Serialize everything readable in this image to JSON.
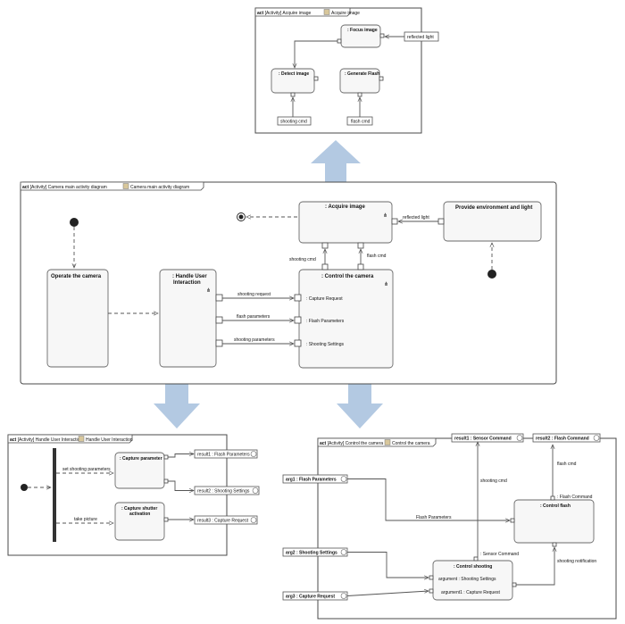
{
  "top_diagram": {
    "header_kw": "act",
    "header_type": "[Activity]",
    "header_name": "Acquire image",
    "header_name2": "Acquire image",
    "focus": ": Focus image",
    "detect": ": Detect image",
    "generate": ": Generate Flash",
    "reflected_light": "reflected light",
    "shooting_cmd": "shooting cmd",
    "flash_cmd": "flash cmd"
  },
  "main_diagram": {
    "header_kw": "act",
    "header_type": "[Activity]",
    "header_name": "Camera main activity diagram",
    "header_name2": "Camera main activity diagram",
    "operate": "Operate the camera",
    "handle_line1": ": Handle User",
    "handle_line2": "Interaction",
    "acquire": ": Acquire image",
    "provide": "Provide environment and light",
    "control": ": Control the camera",
    "reflected_light": "reflected light",
    "shooting_cmd": "shooting cmd",
    "flash_cmd": "flash cmd",
    "shooting_request": "shooting request",
    "flash_parameters": "flash parameters",
    "shooting_parameters": "shooting parameters",
    "capture_request": ": Capture Request",
    "flash_params_pin": ": Flash Parameters",
    "shooting_settings_pin": ": Shooting Settings"
  },
  "bl_diagram": {
    "header_kw": "act",
    "header_type": "[Activity]",
    "header_name": "Handle User Interaction",
    "header_name2": "Handle User Interaction",
    "capture_param": ": Capture parameter",
    "capture_shutter_1": ": Capture shutter",
    "capture_shutter_2": "activation",
    "set_shooting": "set shooting parameters",
    "take_picture": "take picture",
    "result1": "result1 : Flash Parameters",
    "result2": "result2 : Shooting Settings",
    "result3": "result3 : Capture Request"
  },
  "br_diagram": {
    "header_kw": "act",
    "header_type": "[Activity]",
    "header_name": "Control the camera",
    "header_name2": "Control the camera",
    "result1": "result1 : Sensor Command",
    "result2": "result2 : Flash Command",
    "arg1": "arg1 : Flash Parameters",
    "arg2": "arg2 : Shooting Settings",
    "arg3": "arg3 : Capture Request",
    "control_flash": ": Control flash",
    "control_shooting": ": Control shooting",
    "argument": "argument : Shooting Settings",
    "argument1": "argument1 : Capture Request",
    "shooting_cmd": "shooting cmd",
    "flash_cmd": "flash cmd",
    "flash_command": ": Flash Command",
    "flash_parameters": "Flash Parameters",
    "sensor_command": ": Sensor Command",
    "shooting_notification": "shooting notification"
  }
}
